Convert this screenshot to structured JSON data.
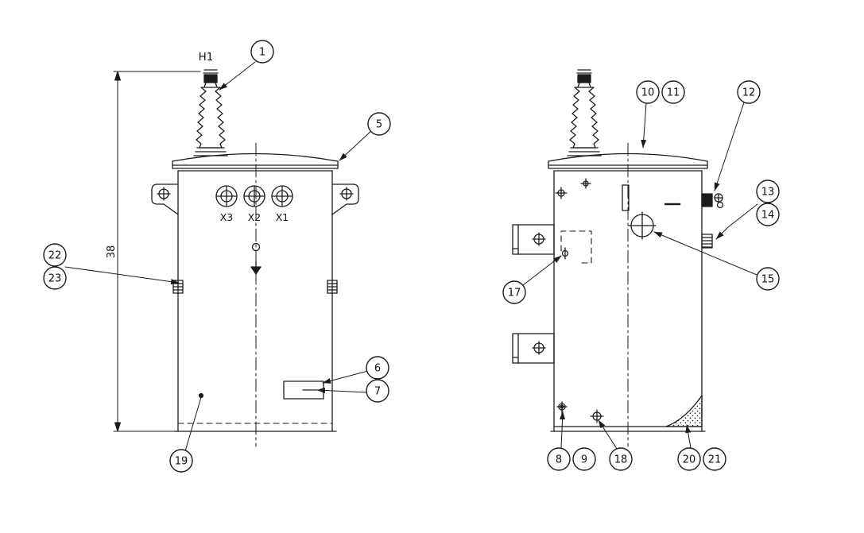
{
  "page": {
    "background": "#ffffff",
    "line_color": "#1c1c1c"
  },
  "front_view": {
    "hv_bushing_label": "H1",
    "lv_bushing_labels": [
      "X3",
      "X2",
      "X1"
    ],
    "height_dimension": "38"
  },
  "callouts": {
    "c1": "1",
    "c5": "5",
    "c6": "6",
    "c7": "7",
    "c8": "8",
    "c9": "9",
    "c10": "10",
    "c11": "11",
    "c12": "12",
    "c13": "13",
    "c14": "14",
    "c15": "15",
    "c17": "17",
    "c18": "18",
    "c19": "19",
    "c20": "20",
    "c21": "21",
    "c22": "22",
    "c23": "23"
  }
}
